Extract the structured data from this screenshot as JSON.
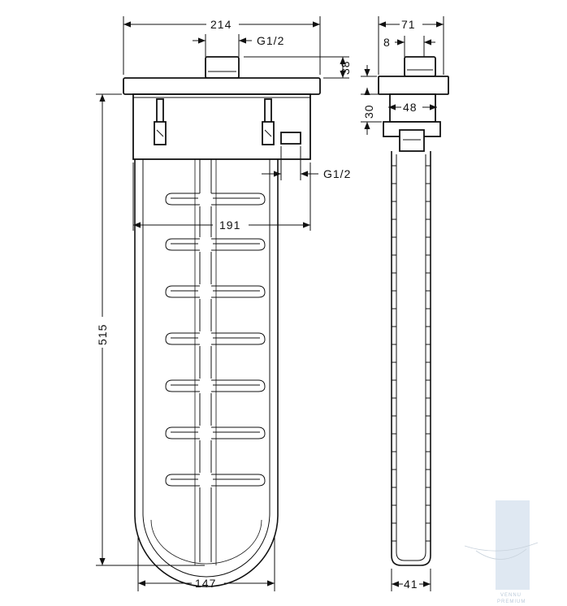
{
  "dimensions": {
    "width_total": "214",
    "inlet_top": "G1/2",
    "top_height": "38",
    "body_width": "191",
    "inlet_side": "G1/2",
    "height_total": "515",
    "bottom_width": "147",
    "side_width": "71",
    "side_offset": "8",
    "side_mid_width": "48",
    "side_mid_height": "30",
    "side_bottom_width": "41"
  },
  "watermark": {
    "text_line1": "VENNU",
    "text_line2": "PREMIUM"
  }
}
